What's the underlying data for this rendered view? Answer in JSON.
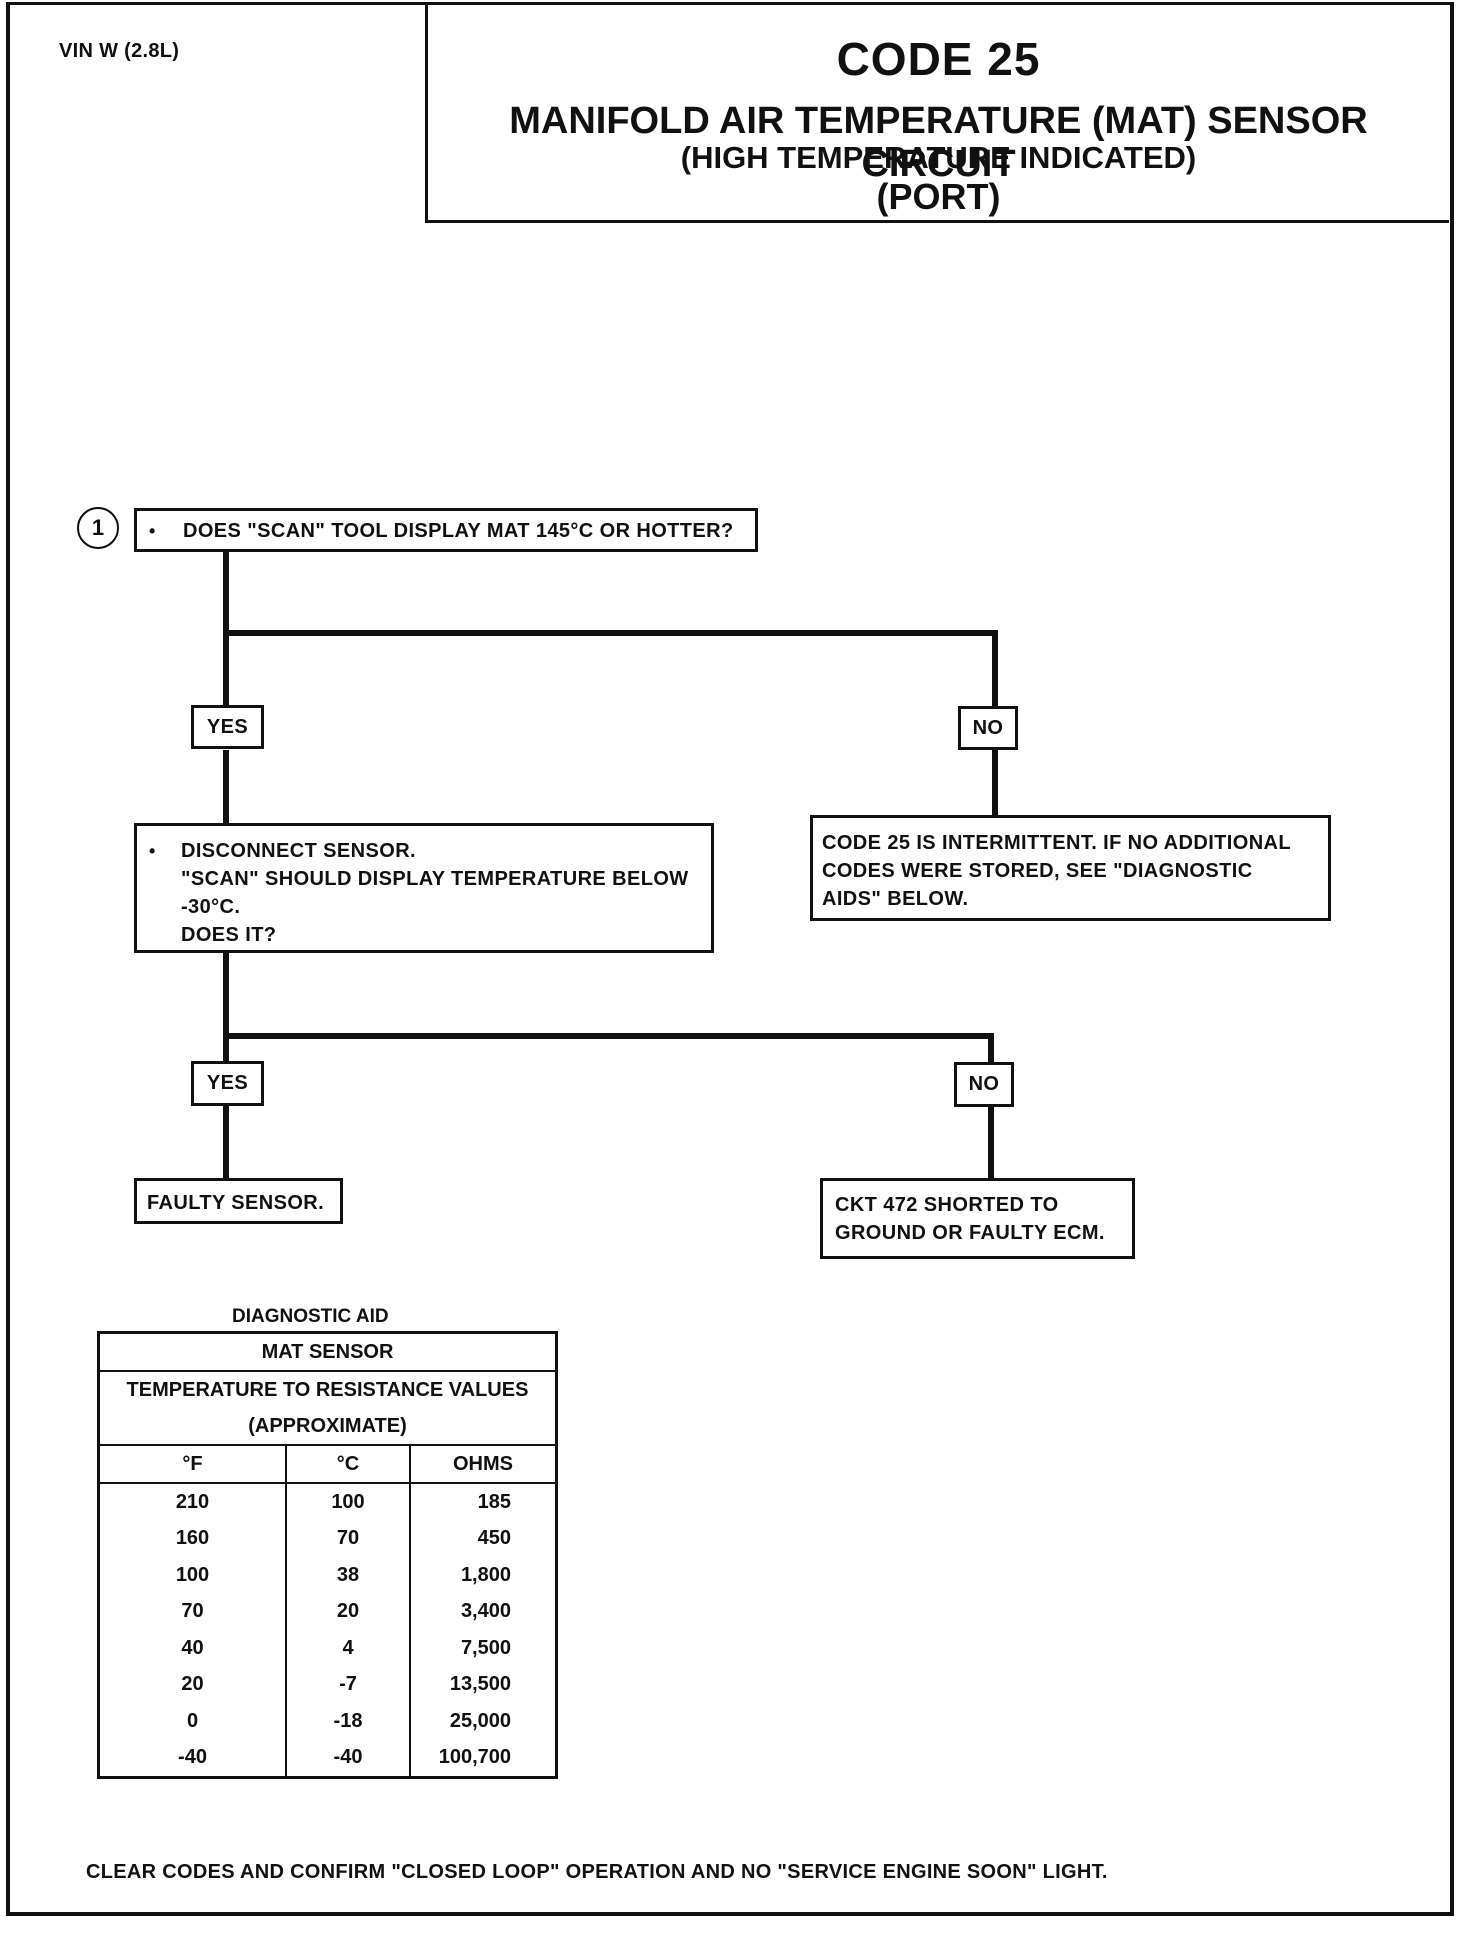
{
  "header": {
    "vin": "VIN W (2.8L)",
    "code": "CODE 25",
    "title": "MANIFOLD AIR TEMPERATURE (MAT) SENSOR CIRCUIT",
    "subtitle": "(HIGH TEMPERATURE INDICATED)",
    "variant": "(PORT)"
  },
  "flow": {
    "step_number": "1",
    "bullet": "•",
    "q1": "DOES \"SCAN\" TOOL DISPLAY MAT 145°C OR HOTTER?",
    "q1_yes": "YES",
    "q1_no": "NO",
    "q2_lines": [
      "DISCONNECT SENSOR.",
      "\"SCAN\" SHOULD DISPLAY TEMPERATURE BELOW",
      "-30°C.",
      "DOES IT?"
    ],
    "intermittent_lines": [
      "CODE 25 IS INTERMITTENT.  IF NO ADDITIONAL",
      "CODES WERE STORED, SEE \"DIAGNOSTIC",
      "AIDS\"  BELOW."
    ],
    "q2_yes": "YES",
    "q2_no": "NO",
    "faulty_sensor": "FAULTY SENSOR.",
    "ckt_lines": [
      "CKT  472  SHORTED TO",
      "GROUND OR FAULTY ECM."
    ]
  },
  "diagnostic_aid": {
    "heading": "DIAGNOSTIC AID",
    "table_title": "MAT SENSOR",
    "table_subtitle": "TEMPERATURE TO RESISTANCE VALUES",
    "table_note": "(APPROXIMATE)",
    "columns": [
      "°F",
      "°C",
      "OHMS"
    ],
    "rows": [
      [
        "210",
        "100",
        "185"
      ],
      [
        "160",
        "70",
        "450"
      ],
      [
        "100",
        "38",
        "1,800"
      ],
      [
        "70",
        "20",
        "3,400"
      ],
      [
        "40",
        "4",
        "7,500"
      ],
      [
        "20",
        "-7",
        "13,500"
      ],
      [
        "0",
        "-18",
        "25,000"
      ],
      [
        "-40",
        "-40",
        "100,700"
      ]
    ]
  },
  "footer": "CLEAR CODES AND CONFIRM \"CLOSED LOOP\"  OPERATION AND NO \"SERVICE ENGINE SOON\" LIGHT."
}
